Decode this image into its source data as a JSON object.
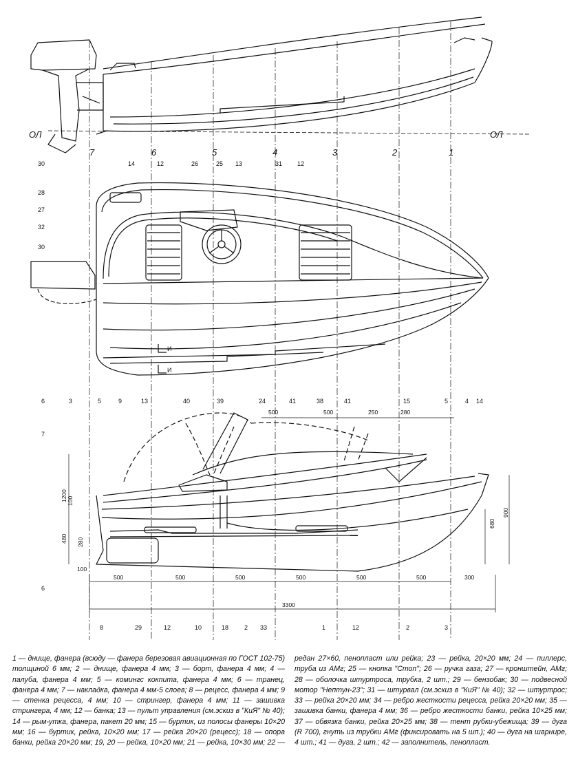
{
  "waterline_label": "ОЛ",
  "stations": [
    "7",
    "6",
    "5",
    "4",
    "3",
    "2",
    "1"
  ],
  "plan_callouts": [
    "30",
    "14",
    "12",
    "26",
    "25",
    "13",
    "31",
    "12",
    "28",
    "27",
    "32",
    "30"
  ],
  "plan_section_marks": [
    "И",
    "И"
  ],
  "profile_callouts_top": [
    "6",
    "3",
    "5",
    "9",
    "13",
    "40",
    "39",
    "24",
    "41",
    "38",
    "41",
    "15",
    "5",
    "4",
    "14"
  ],
  "profile_callouts_left": [
    "7",
    "6"
  ],
  "profile_callouts_bottom": [
    "8",
    "29",
    "12",
    "10",
    "18",
    "2",
    "33",
    "1",
    "12",
    "2",
    "3"
  ],
  "dims_top": [
    "500",
    "500",
    "250",
    "280"
  ],
  "dims_left": [
    "1200",
    "100",
    "480",
    "280",
    "100"
  ],
  "dims_right": [
    "900",
    "680"
  ],
  "dims_bottom": [
    "500",
    "500",
    "500",
    "500",
    "500",
    "500",
    "300"
  ],
  "dim_total": "3300",
  "legend_text": "1 — днище, фанера (всюду — фанера березовая авиационная по ГОСТ 102-75) толщиной 6 мм; 2 — днище, фанера 4 мм; 3 — борт, фанера 4 мм; 4 — палуба, фанера 4 мм; 5 — комингс кокпита, фанера 4 мм; 6 — транец, фанера 4 мм; 7 — накладка, фанера 4 мм-5 слоев; 8 — рецесс, фанера 4 мм; 9 — стенка рецесса, 4 мм; 10 — стрингер, фанера 4 мм; 11 — зашивка стрингера, 4 мм; 12 — банка; 13 — пульт управления (см.эскиз в \"КиЯ\" № 40); 14 — рым-утка, фанера, пакет 20 мм; 15 — буртик, из полосы фанеры 10×20 мм; 16 — буртик, рейка, 10×20 мм; 17 — рейка 20×20 (рецесс); 18 — опора банки, рейка 20×20 мм; 19, 20 — рейка, 10×20 мм; 21 — рейка, 10×30 мм; 22 — редан 27×60, пенопласт или рейка; 23 — рейка, 20×20 мм; 24 — пиллерс, труба из АМг; 25 — кнопка \"Стоп\"; 26 — ручка газа; 27 — кронштейн, АМг; 28 — оболочка штуртроса, трубка, 2 шт.; 29 — бензобак; 30 — подвесной мотор \"Нептун-23\"; 31 — штурвал (см.эскиз в \"КиЯ\" № 40); 32 — штуртрос; 33 — рейка 20×20 мм; 34 — ребро жесткости рецесса, рейка 20×20 мм; 35 — зашивка банки, фанера 4 мм; 36 — ребро жесткости банки, рейка 10×25 мм; 37 — обвязка банки, рейка 20×25 мм; 38 — тент рубки-убежища; 39 — дуга (R 700), гнуть из трубки АМг (фиксировать на 5 шп.); 40 — дуга на шарнире, 4 шт.; 41 — дуга, 2 шт.; 42 — заполнитель, пенопласт."
}
